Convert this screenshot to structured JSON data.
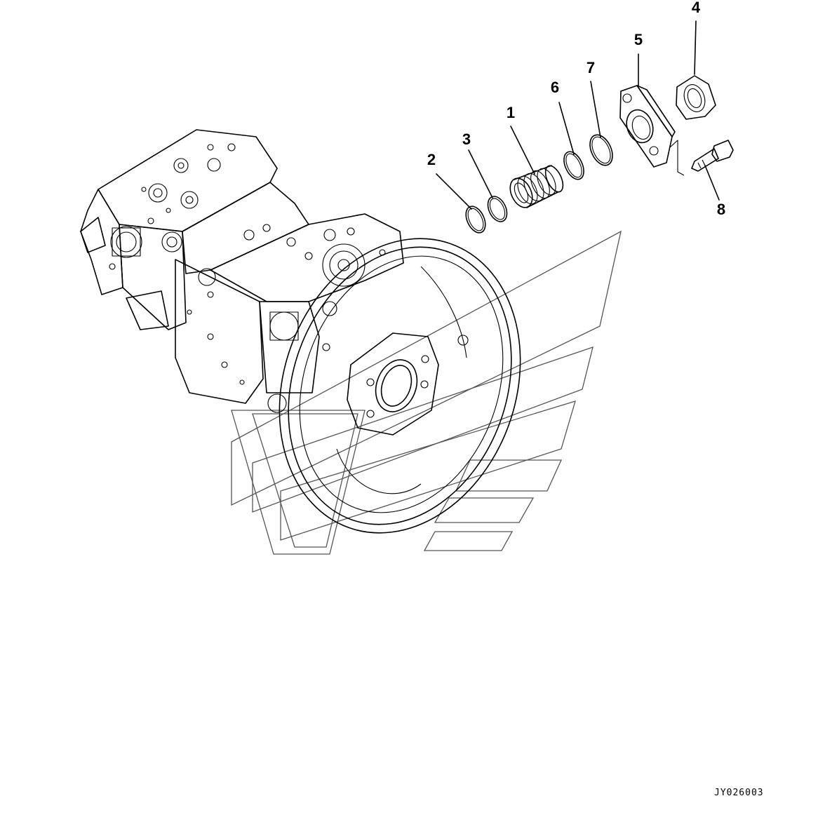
{
  "figure": {
    "drawing_code": "JY026003",
    "callouts": [
      "1",
      "2",
      "3",
      "4",
      "5",
      "6",
      "7",
      "8"
    ]
  },
  "colors": {
    "line": "#000000",
    "background": "#ffffff",
    "watermark": "#555555"
  }
}
